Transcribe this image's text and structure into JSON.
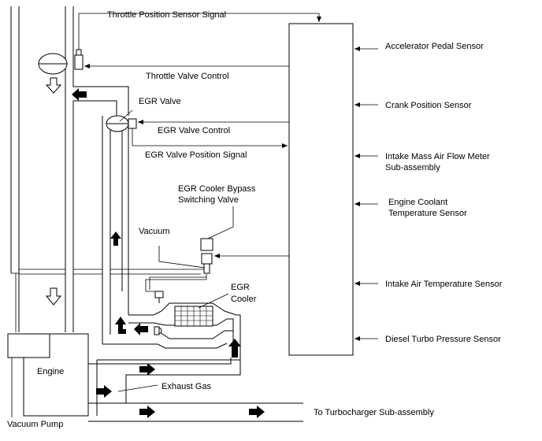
{
  "labels": {
    "throttle_position_signal": "Throttle Position Sensor Signal",
    "throttle_valve_control": "Throttle Valve Control",
    "egr_valve": "EGR Valve",
    "egr_valve_control": "EGR Valve Control",
    "egr_valve_position_signal": "EGR Valve Position Signal",
    "egr_cooler_bypass_line1": "EGR Cooler Bypass",
    "egr_cooler_bypass_line2": "Switching Valve",
    "vacuum": "Vacuum",
    "egr_cooler_line1": "EGR",
    "egr_cooler_line2": "Cooler",
    "engine": "Engine",
    "exhaust_gas": "Exhaust Gas",
    "vacuum_pump": "Vacuum Pump",
    "to_turbocharger": "To Turbocharger Sub-assembly"
  },
  "sensors": {
    "accelerator_pedal": "Accelerator Pedal Sensor",
    "crank_position": "Crank Position Sensor",
    "maf_line1": "Intake Mass Air Flow Meter",
    "maf_line2": "Sub-assembly",
    "coolant_line1": "Engine Coolant",
    "coolant_line2": "Temperature Sensor",
    "intake_air_temp": "Intake Air Temperature Sensor",
    "turbo_pressure": "Diesel Turbo Pressure Sensor"
  }
}
